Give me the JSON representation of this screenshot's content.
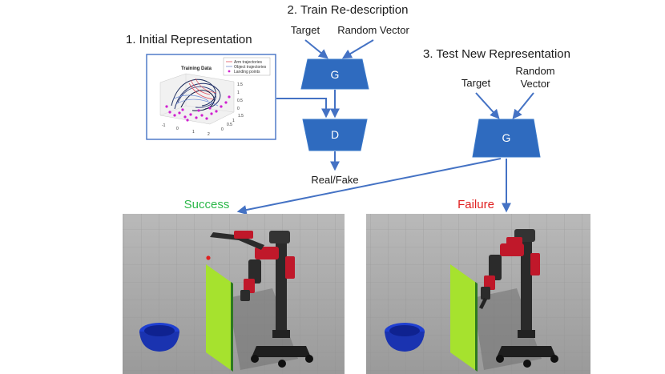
{
  "steps": {
    "initial": "1. Initial Representation",
    "train": "2. Train Re-description",
    "test": "3. Test New Representation"
  },
  "inputs": {
    "target": "Target",
    "random_vector": "Random Vector",
    "random_line1": "Random",
    "random_line2": "Vector"
  },
  "blocks": {
    "generator": "G",
    "discriminator": "D"
  },
  "output": {
    "real_fake": "Real/Fake"
  },
  "plot": {
    "title": "Training Data",
    "legend": [
      "Arm trajectories",
      "Object trajectories",
      "Landing points"
    ],
    "x_ticks": [
      "-1",
      "0",
      "1",
      "2"
    ],
    "y_ticks": [
      "0",
      "0.5",
      "1",
      "1.5"
    ],
    "z_ticks": [
      "1.5",
      "1",
      "0.5",
      "0"
    ]
  },
  "outcomes": {
    "success": "Success",
    "failure": "Failure"
  },
  "colors": {
    "block": "#2f6bbf",
    "arrow": "#4472c4",
    "success": "#2db84a",
    "failure": "#e02020",
    "board": "#a6e22e",
    "bowl": "#1f3fd1",
    "robot_red": "#c0182a"
  }
}
